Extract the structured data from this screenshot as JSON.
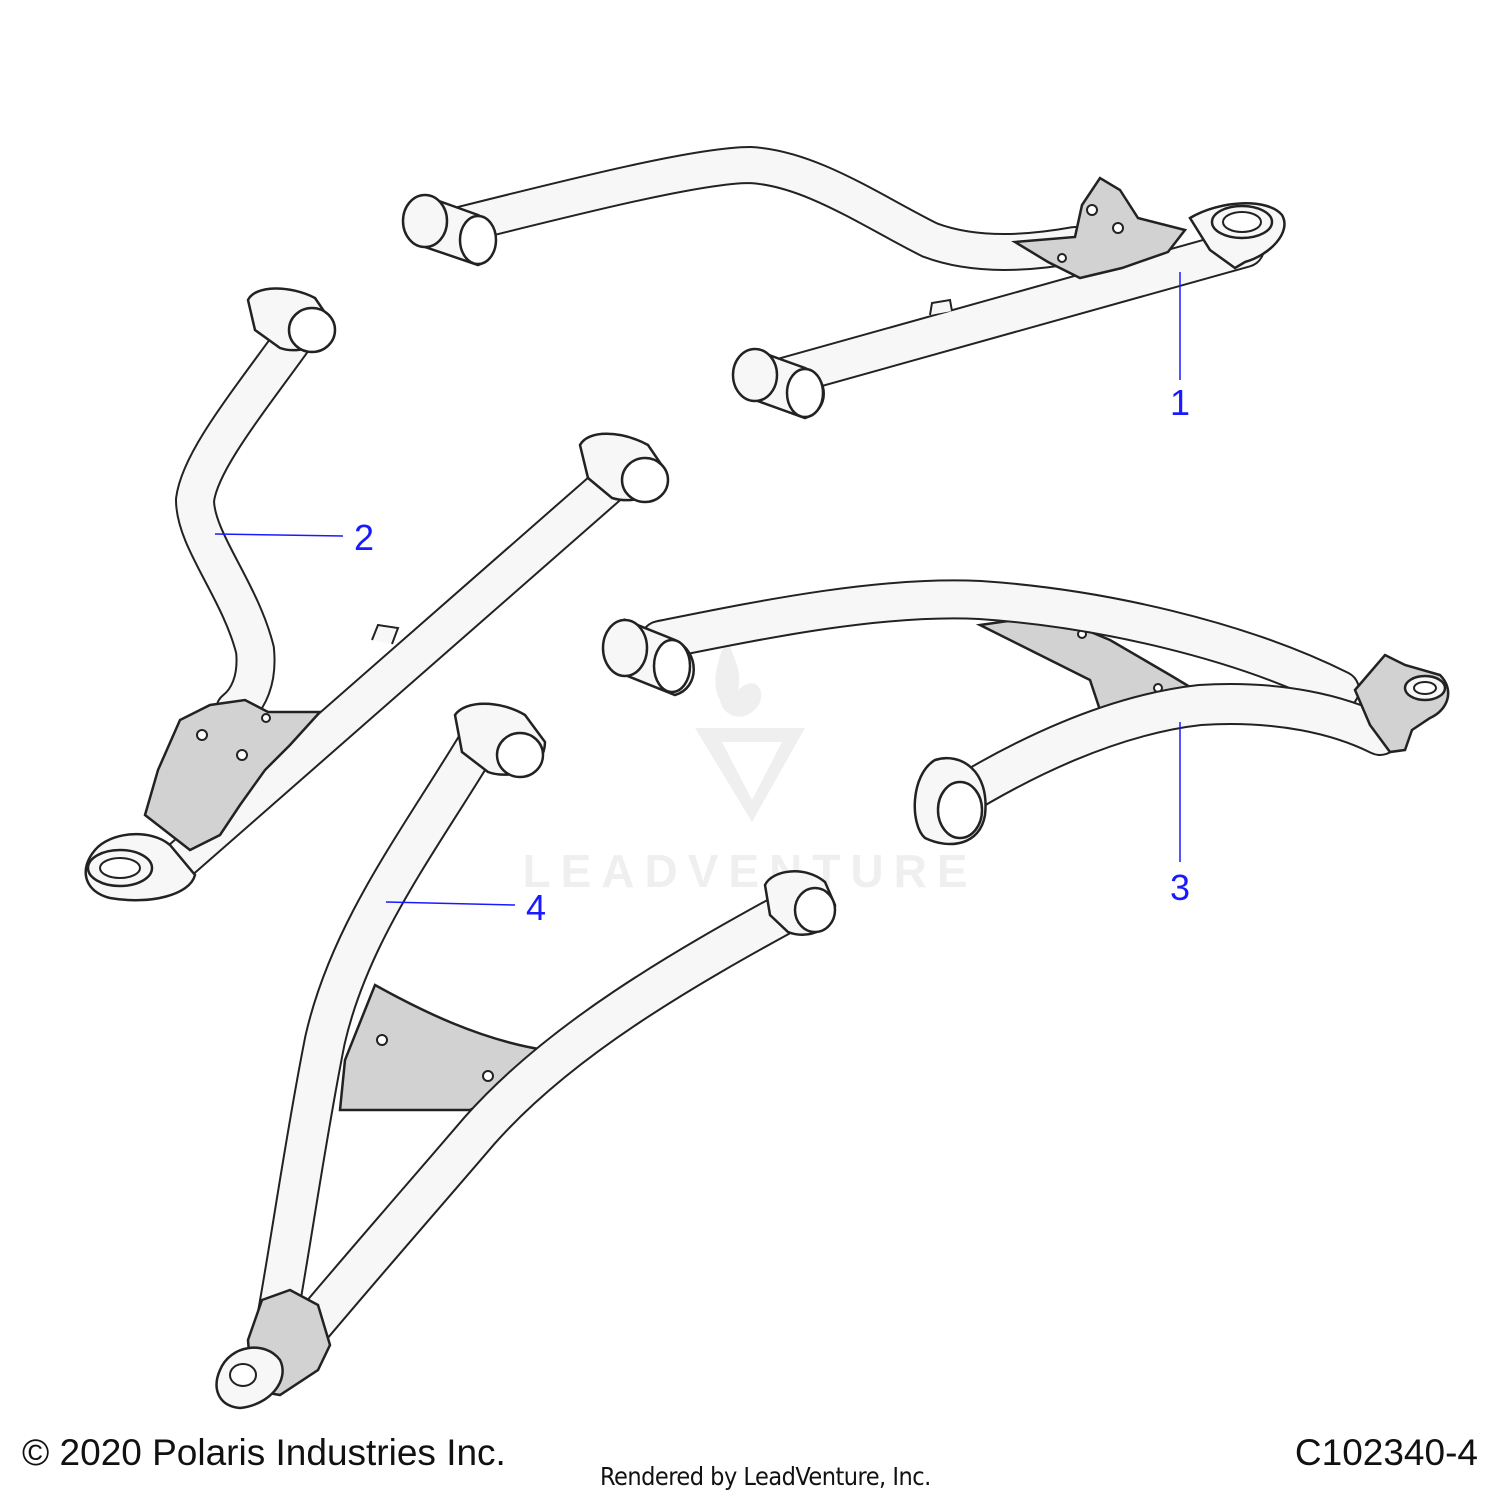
{
  "colors": {
    "outline": "#222222",
    "tube_fill": "#f7f7f7",
    "plate_fill": "#d2d2d2",
    "callout": "#1a1aff",
    "watermark": "#dcdcdc"
  },
  "watermark": {
    "brand": "LEADVENTURE"
  },
  "callouts": [
    {
      "number": "1"
    },
    {
      "number": "2"
    },
    {
      "number": "3"
    },
    {
      "number": "4"
    }
  ],
  "footer": {
    "copyright": "© 2020 Polaris Industries Inc.",
    "rendered_by": "Rendered by LeadVenture, Inc.",
    "part_number": "C102340-4"
  }
}
